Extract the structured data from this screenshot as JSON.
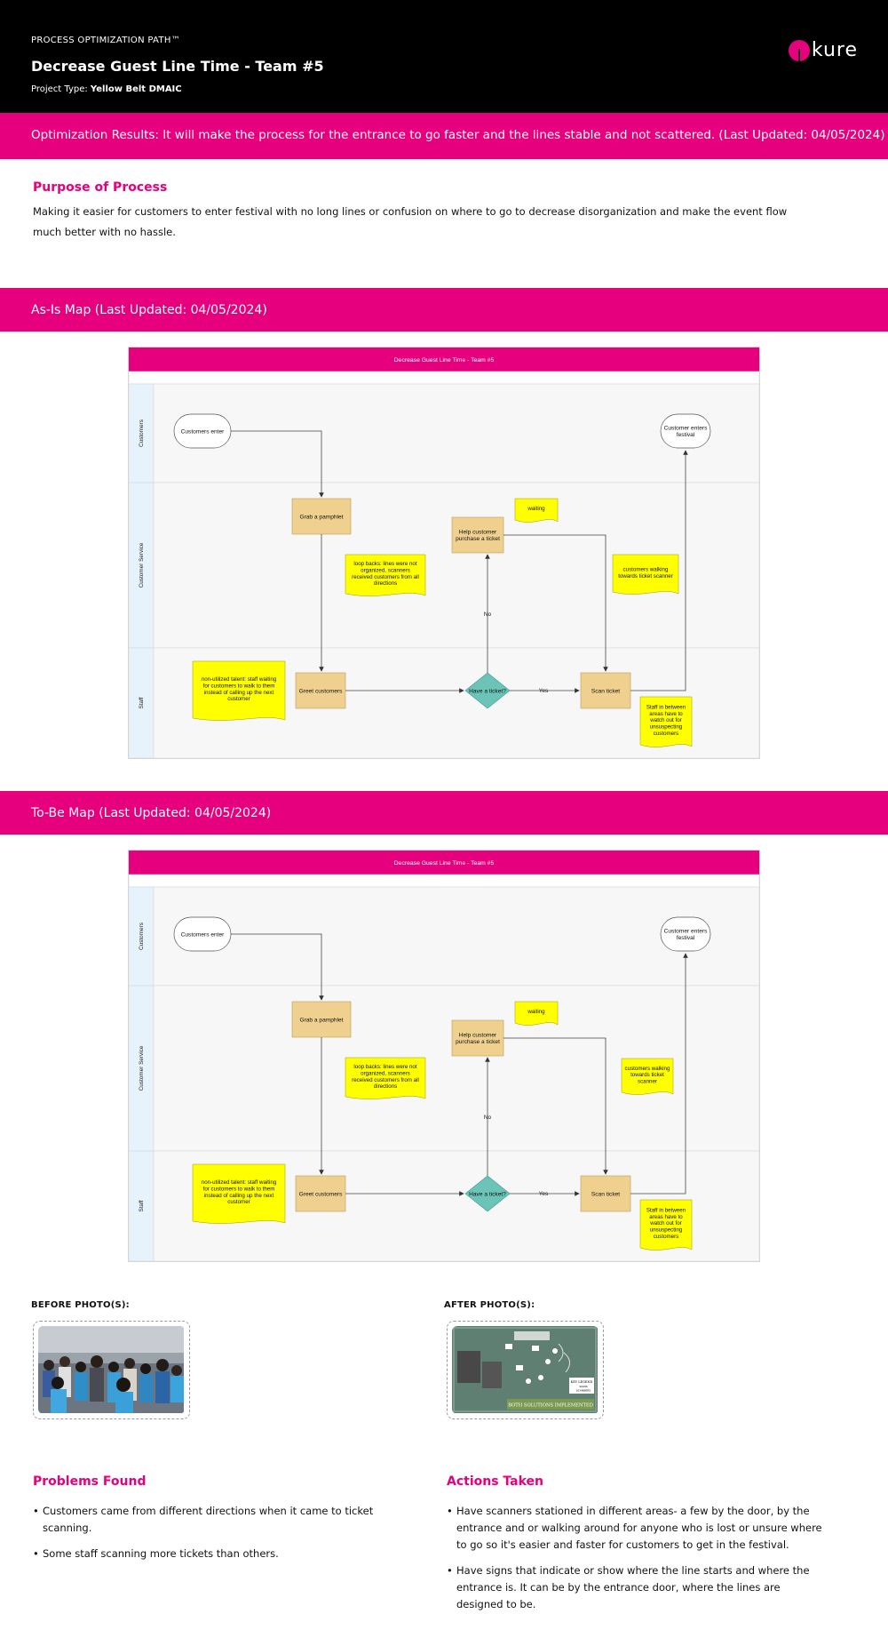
{
  "header": {
    "eyebrow": "PROCESS OPTIMIZATION PATH™",
    "title": "Decrease Guest Line Time - Team #5",
    "project_type_label": "Project Type:",
    "project_type_value": "Yellow Belt DMAIC",
    "logo_text": "kure"
  },
  "results_bar": {
    "text": "Optimization Results: It will make the process for the entrance to go faster and the lines stable and not scattered. (Last Updated: 04/05/2024)"
  },
  "purpose": {
    "heading": "Purpose of Process",
    "text": "Making it easier for customers to enter festival with no long lines or confusion on where to go to decrease disorganization and make the event flow much better with no hassle."
  },
  "as_is": {
    "bar_title": "As-Is Map (Last Updated: 04/05/2024)",
    "diagram": {
      "title": "Decrease Guest Line Time - Team #5",
      "lanes": [
        "Customers",
        "Customer Service",
        "Staff"
      ],
      "customers_enter": "Customers enter",
      "customer_enters_festival": [
        "Customer enters",
        "festival"
      ],
      "grab_pamphlet": "Grab a pamphlet",
      "help_customer": [
        "Help customer",
        "purchase a ticket"
      ],
      "waiting_note": "waiting",
      "loop_backs_note": [
        "loop backs: lines were not",
        "organized, scanners",
        "received customers from all",
        "directions"
      ],
      "walking_note": [
        "customers walking",
        "towards ticket scanner"
      ],
      "non_utilized_note": [
        "non-utilized talent: staff waiting",
        "for customers to walk to them",
        "instead of calling up the next",
        "customer"
      ],
      "greet_customers": "Greet customers",
      "have_ticket": "Have a ticket?",
      "scan_ticket": "Scan ticket",
      "no_label": "No",
      "yes_label": "Yes",
      "staff_between_note": [
        "Staff in between",
        "areas have to",
        "watch out for",
        "unsuspecting",
        "customers"
      ]
    }
  },
  "to_be": {
    "bar_title": "To-Be Map (Last Updated: 04/05/2024)",
    "diagram": {
      "title": "Decrease Guest Line Time - Team #5",
      "lanes": [
        "Customers",
        "Customer Service",
        "Staff"
      ],
      "customers_enter": "Customers enter",
      "customer_enters_festival": [
        "Customer enters",
        "festival"
      ],
      "grab_pamphlet": "Grab a pamphlet",
      "help_customer": [
        "Help customer",
        "purchase a ticket"
      ],
      "waiting_note": "waiting",
      "loop_backs_note": [
        "loop backs: lines were not",
        "organized, scanners",
        "received customers from all",
        "directions"
      ],
      "walking_note": [
        "customers walking",
        "towards ticket",
        "scanner"
      ],
      "non_utilized_note": [
        "non-utilized talent: staff waiting",
        "for customers to walk to them",
        "instead of calling up the next",
        "customer"
      ],
      "greet_customers": "Greet customers",
      "have_ticket": "Have a ticket?",
      "scan_ticket": "Scan ticket",
      "no_label": "No",
      "yes_label": "Yes",
      "staff_between_note": [
        "Staff in between",
        "areas have to",
        "watch out for",
        "unsuspecting",
        "customers"
      ]
    }
  },
  "photos": {
    "before_label": "BEFORE PHOTO(S):",
    "after_label": "AFTER PHOTO(S):",
    "after_banner": "BOTH SOLUTIONS IMPLEMENTED",
    "after_legend": [
      "KEY LEGEND",
      "SIGNS",
      "SCANNERS"
    ]
  },
  "problems": {
    "heading": "Problems Found",
    "items": [
      "Customers came from different directions when it came to ticket scanning.",
      "Some staff scanning more tickets than others."
    ]
  },
  "actions": {
    "heading": "Actions Taken",
    "items": [
      "Have scanners stationed in different areas- a few by the door, by the entrance and or walking around for anyone who is lost or unsure where to go so it's easier and faster for customers to get in the festival.",
      "Have signs that indicate or show where the line starts and where the entrance is. It can be by the entrance door, where the lines are designed to be."
    ]
  },
  "colors": {
    "accent": "#e6007e",
    "process_box": "#f0d08e",
    "note_yellow": "#ffff00",
    "decision": "#6cc4b8",
    "lane_header": "#e6f2fc"
  }
}
